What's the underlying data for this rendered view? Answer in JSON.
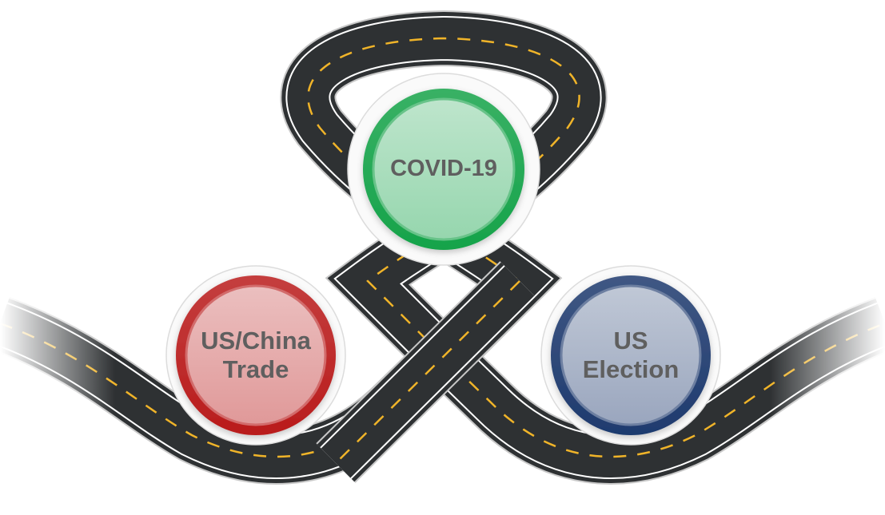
{
  "badges": {
    "covid": {
      "label": "COVID-19",
      "color": "#16a34a"
    },
    "trade": {
      "label": "US/China\nTrade",
      "color": "#b91c1c"
    },
    "election": {
      "label": "US\nElection",
      "color": "#1e3a6e"
    }
  },
  "road": {
    "asphalt": "#2e3133",
    "edge_line": "#ffffff",
    "center_line": "#f0b429"
  }
}
